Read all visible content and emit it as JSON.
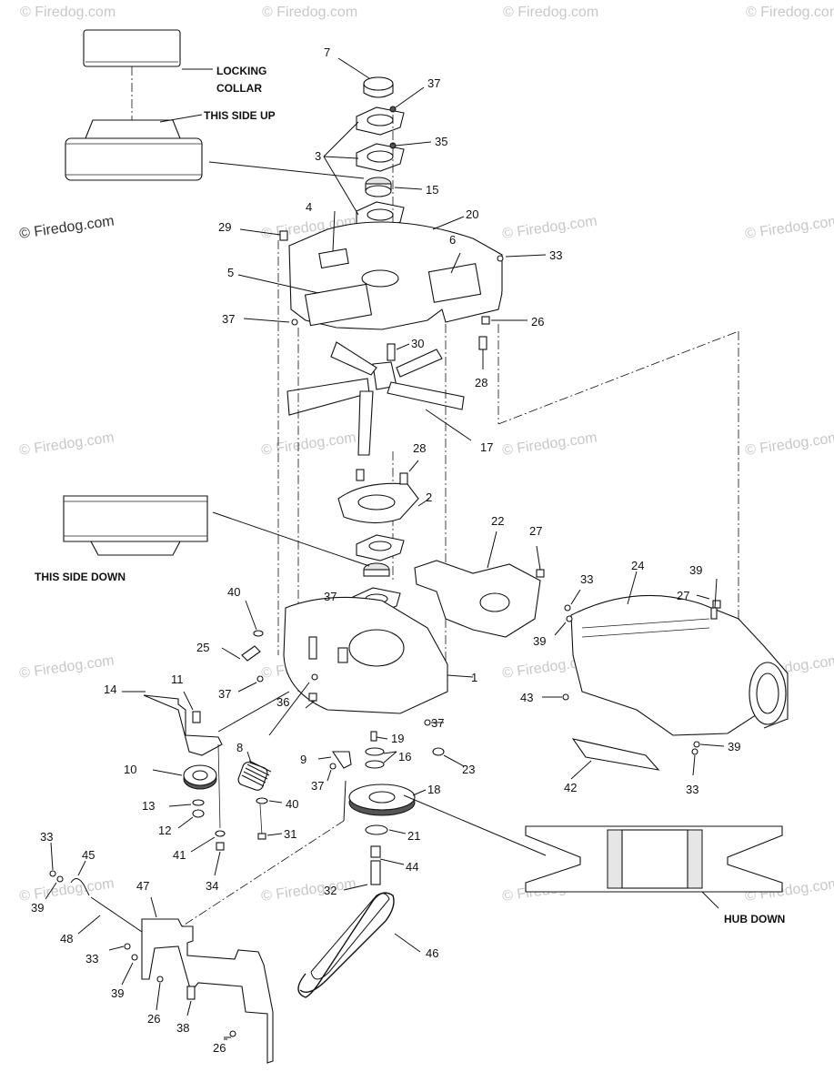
{
  "watermark": "© Firedog.com",
  "watermark_positions_note": "",
  "callouts": {
    "locking_collar_1": "LOCKING",
    "locking_collar_2": "COLLAR",
    "this_side_up": "THIS SIDE UP",
    "this_side_down": "THIS SIDE DOWN",
    "hub_down": "HUB DOWN"
  },
  "parts": [
    {
      "id": "p7",
      "label": "7"
    },
    {
      "id": "p37a",
      "label": "37"
    },
    {
      "id": "p3",
      "label": "3"
    },
    {
      "id": "p35",
      "label": "35"
    },
    {
      "id": "p15",
      "label": "15"
    },
    {
      "id": "p4",
      "label": "4"
    },
    {
      "id": "p29",
      "label": "29"
    },
    {
      "id": "p20",
      "label": "20"
    },
    {
      "id": "p6",
      "label": "6"
    },
    {
      "id": "p33a",
      "label": "33"
    },
    {
      "id": "p5",
      "label": "5"
    },
    {
      "id": "p37b",
      "label": "37"
    },
    {
      "id": "p26a",
      "label": "26"
    },
    {
      "id": "p30",
      "label": "30"
    },
    {
      "id": "p28a",
      "label": "28"
    },
    {
      "id": "p17",
      "label": "17"
    },
    {
      "id": "p28b",
      "label": "28"
    },
    {
      "id": "p2",
      "label": "2"
    },
    {
      "id": "p22",
      "label": "22"
    },
    {
      "id": "p27a",
      "label": "27"
    },
    {
      "id": "p33b",
      "label": "33"
    },
    {
      "id": "p24",
      "label": "24"
    },
    {
      "id": "p39a",
      "label": "39"
    },
    {
      "id": "p27b",
      "label": "27"
    },
    {
      "id": "p39b",
      "label": "39"
    },
    {
      "id": "p40a",
      "label": "40"
    },
    {
      "id": "p37c",
      "label": "37"
    },
    {
      "id": "p25",
      "label": "25"
    },
    {
      "id": "p37d",
      "label": "37"
    },
    {
      "id": "p1",
      "label": "1"
    },
    {
      "id": "p43",
      "label": "43"
    },
    {
      "id": "p14",
      "label": "14"
    },
    {
      "id": "p11",
      "label": "11"
    },
    {
      "id": "p36",
      "label": "36"
    },
    {
      "id": "p37e",
      "label": "37"
    },
    {
      "id": "p19",
      "label": "19"
    },
    {
      "id": "p39c",
      "label": "39"
    },
    {
      "id": "p8",
      "label": "8"
    },
    {
      "id": "p9",
      "label": "9"
    },
    {
      "id": "p16",
      "label": "16"
    },
    {
      "id": "p23",
      "label": "23"
    },
    {
      "id": "p10",
      "label": "10"
    },
    {
      "id": "p37f",
      "label": "37"
    },
    {
      "id": "p18",
      "label": "18"
    },
    {
      "id": "p42",
      "label": "42"
    },
    {
      "id": "p33c",
      "label": "33"
    },
    {
      "id": "p13",
      "label": "13"
    },
    {
      "id": "p40b",
      "label": "40"
    },
    {
      "id": "p12",
      "label": "12"
    },
    {
      "id": "p31",
      "label": "31"
    },
    {
      "id": "p21",
      "label": "21"
    },
    {
      "id": "p41",
      "label": "41"
    },
    {
      "id": "p44",
      "label": "44"
    },
    {
      "id": "p33d",
      "label": "33"
    },
    {
      "id": "p45",
      "label": "45"
    },
    {
      "id": "p34",
      "label": "34"
    },
    {
      "id": "p32",
      "label": "32"
    },
    {
      "id": "p47",
      "label": "47"
    },
    {
      "id": "p39d",
      "label": "39"
    },
    {
      "id": "p48",
      "label": "48"
    },
    {
      "id": "p33e",
      "label": "33"
    },
    {
      "id": "p46",
      "label": "46"
    },
    {
      "id": "p39e",
      "label": "39"
    },
    {
      "id": "p26b",
      "label": "26"
    },
    {
      "id": "p38",
      "label": "38"
    },
    {
      "id": "p26c",
      "label": "26"
    }
  ]
}
